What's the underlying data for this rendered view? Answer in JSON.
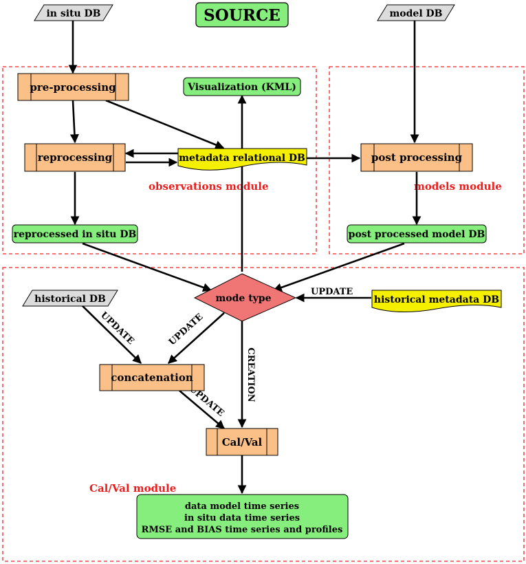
{
  "title": "SOURCE",
  "colors": {
    "process": "#fbbf88",
    "output": "#86ee7c",
    "database": "#dcdcdc",
    "metadata": "#f5f000",
    "decision": "#f07575",
    "module_border": "#ee2222",
    "module_label": "#ee1c1c"
  },
  "modules": {
    "observations": "observations module",
    "models": "models module",
    "calval": "Cal/Val module"
  },
  "nodes": {
    "insitu_db": "in situ DB",
    "model_db": "model DB",
    "preprocessing": "pre-processing",
    "visualization": "Visualization (KML)",
    "reprocessing": "reprocessing",
    "metadata_db": "metadata relational DB",
    "post_processing": "post processing",
    "reprocessed_db": "reprocessed in situ DB",
    "post_processed_db": "post processed model DB",
    "mode_type": "mode type",
    "historical_db": "historical DB",
    "historical_metadata_db": "historical metadata DB",
    "concatenation": "concatenation",
    "calval": "Cal/Val",
    "outputs": [
      "data model time series",
      "in situ data time series",
      "RMSE and BIAS time series and profiles"
    ]
  },
  "edge_labels": {
    "update_hist_meta": "UPDATE",
    "update_hist_db": "UPDATE",
    "update_mode": "UPDATE",
    "creation": "CREATION",
    "update_concat": "UPDATE"
  }
}
